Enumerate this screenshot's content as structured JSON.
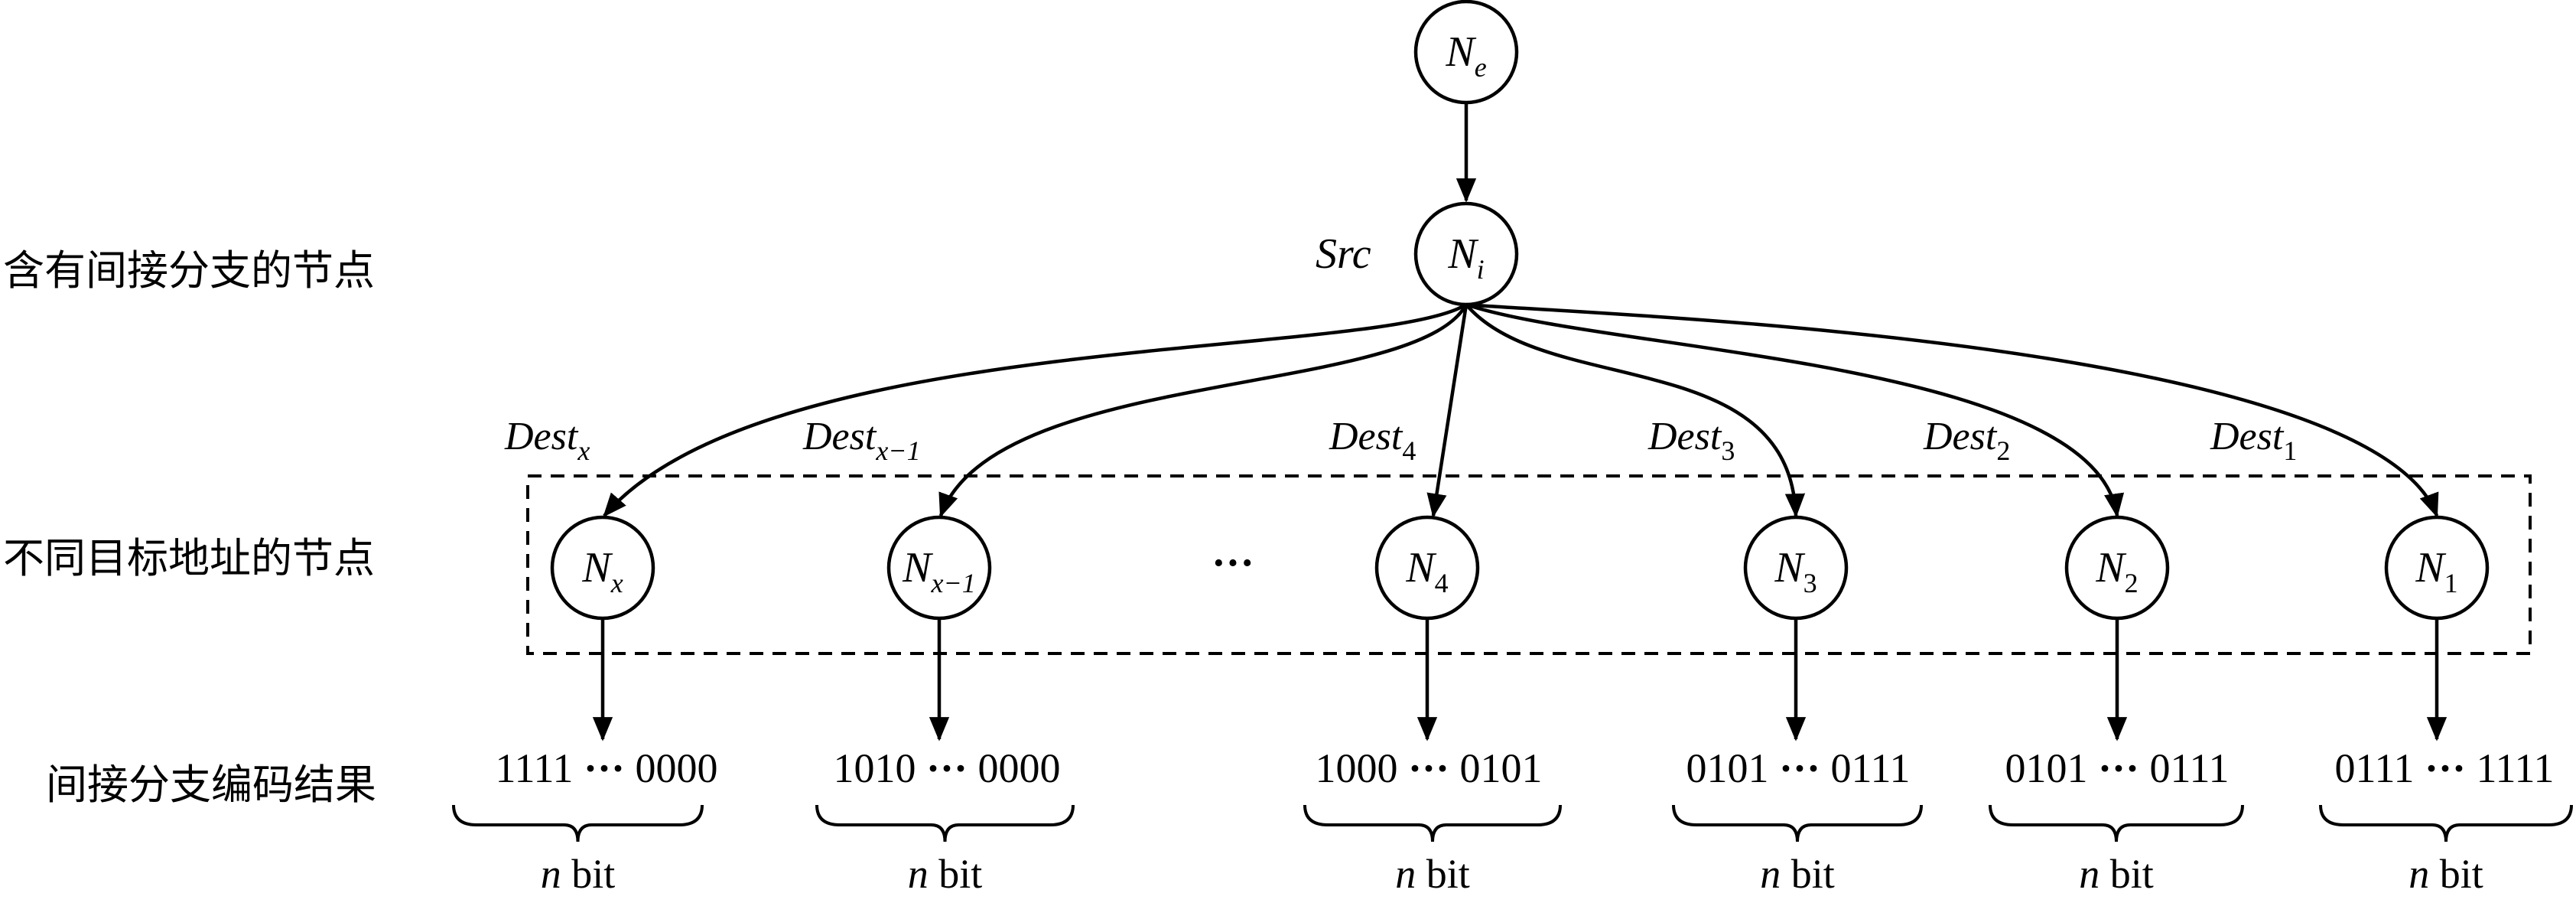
{
  "row_labels": {
    "branch_node": "含有间接分支的节点",
    "target_nodes": "不同目标地址的节点",
    "encoding_result": "间接分支编码结果"
  },
  "top_node": {
    "base": "N",
    "sub": "e"
  },
  "source_node": {
    "base": "N",
    "sub": "i",
    "label": "Src"
  },
  "ellipsis": "···",
  "dest_nodes": [
    {
      "base": "N",
      "sub": "x",
      "sub_italic": true,
      "dest_base": "Dest",
      "dest_sub": "x",
      "dest_sub_italic": true,
      "code_left": "1111",
      "code_dots": "···",
      "code_right": "0000",
      "width_label_var": "n",
      "width_label_unit": "bit"
    },
    {
      "base": "N",
      "sub": "x−1",
      "sub_italic": true,
      "dest_base": "Dest",
      "dest_sub": "x−1",
      "dest_sub_italic": true,
      "code_left": "1010",
      "code_dots": "···",
      "code_right": "0000",
      "width_label_var": "n",
      "width_label_unit": "bit"
    },
    {
      "base": "N",
      "sub": "4",
      "sub_italic": false,
      "dest_base": "Dest",
      "dest_sub": "4",
      "dest_sub_italic": false,
      "code_left": "1000",
      "code_dots": "···",
      "code_right": "0101",
      "width_label_var": "n",
      "width_label_unit": "bit"
    },
    {
      "base": "N",
      "sub": "3",
      "sub_italic": false,
      "dest_base": "Dest",
      "dest_sub": "3",
      "dest_sub_italic": false,
      "code_left": "0101",
      "code_dots": "···",
      "code_right": "0111",
      "width_label_var": "n",
      "width_label_unit": "bit"
    },
    {
      "base": "N",
      "sub": "2",
      "sub_italic": false,
      "dest_base": "Dest",
      "dest_sub": "2",
      "dest_sub_italic": false,
      "code_left": "0101",
      "code_dots": "···",
      "code_right": "0111",
      "width_label_var": "n",
      "width_label_unit": "bit"
    },
    {
      "base": "N",
      "sub": "1",
      "sub_italic": false,
      "dest_base": "Dest",
      "dest_sub": "1",
      "dest_sub_italic": false,
      "code_left": "0111",
      "code_dots": "···",
      "code_right": "1111",
      "width_label_var": "n",
      "width_label_unit": "bit"
    }
  ]
}
